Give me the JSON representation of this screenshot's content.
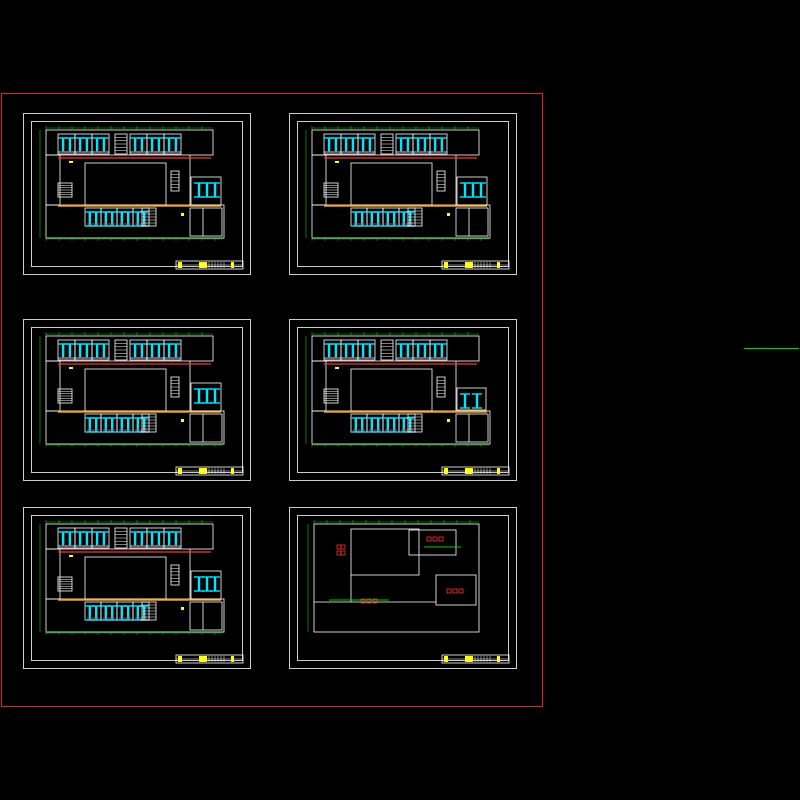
{
  "drawing": {
    "background": "#000000",
    "colors": {
      "outer_border": "#e02020",
      "sheet_frame": "#ffffff",
      "wall": "#ffffff",
      "fixture": "#00e5ff",
      "pipe": "#ff3030",
      "hatch": "#ffff00",
      "dimension": "#00cc00",
      "stair": "#ffffff"
    },
    "sheets": [
      {
        "kind": "plan",
        "right_wing": "full"
      },
      {
        "kind": "plan",
        "right_wing": "full"
      },
      {
        "kind": "plan",
        "right_wing": "full"
      },
      {
        "kind": "plan",
        "right_wing": "short"
      },
      {
        "kind": "plan",
        "right_wing": "full"
      },
      {
        "kind": "roof"
      }
    ],
    "icons": {
      "fixture": "toilet-fixture-icon",
      "stair": "stair-icon",
      "title_block": "title-block"
    }
  }
}
